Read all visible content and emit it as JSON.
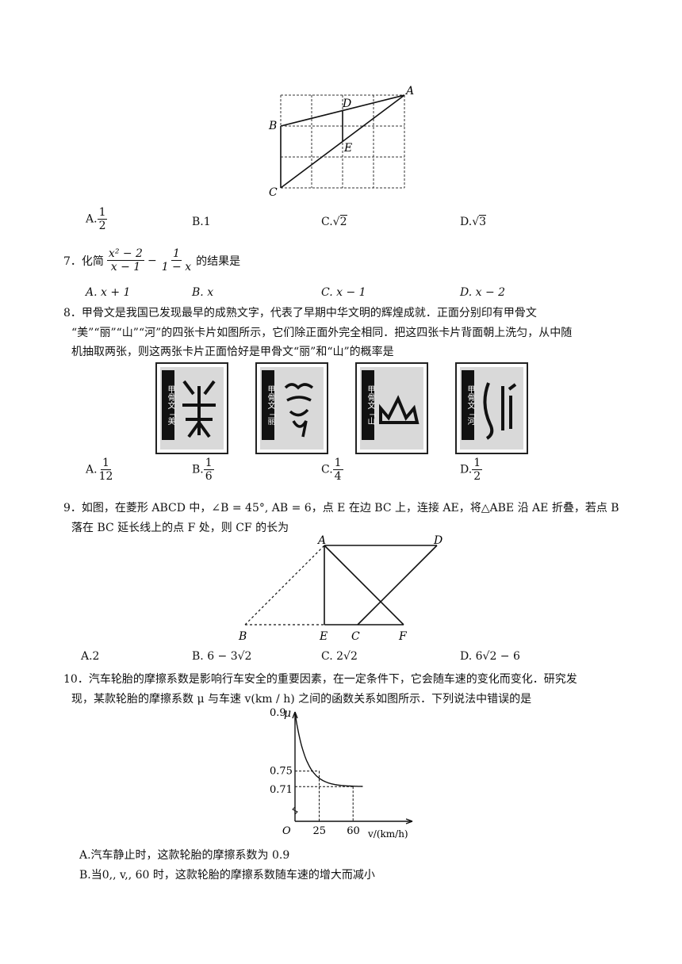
{
  "q6": {
    "figure_labels": {
      "A": "A",
      "B": "B",
      "C": "C",
      "D": "D",
      "E": "E"
    },
    "options": {
      "a": "A.",
      "b": "B.1",
      "c": "C.",
      "d": "D."
    },
    "a_num": "1",
    "a_den": "2",
    "c_rad": "2",
    "d_rad": "3"
  },
  "q7": {
    "prefix": "7．化简",
    "suffix": "的结果是",
    "f1_num": "x² − 2",
    "f1_den": "x − 1",
    "f2_num": "1",
    "f2_den": "1 − x",
    "options": {
      "a": "A. x + 1",
      "b": "B. x",
      "c": "C. x − 1",
      "d": "D. x − 2"
    }
  },
  "q8": {
    "line1": "8．甲骨文是我国已发现最早的成熟文字，代表了早期中华文明的辉煌成就．正面分别印有甲骨文",
    "line2": "“美”“丽”“山”“河”的四张卡片如图所示，它们除正面外完全相同．把这四张卡片背面朝上洗匀，从中随",
    "line3": "机抽取两张，则这两张卡片正面恰好是甲骨文“丽”和“山”的概率是",
    "cards": [
      "甲骨文「美",
      "甲骨文「丽",
      "甲骨文「山",
      "甲骨文「河"
    ],
    "options": {
      "a": "A.",
      "b": "B.",
      "c": "C.",
      "d": "D."
    },
    "a_num": "1",
    "a_den": "12",
    "b_num": "1",
    "b_den": "6",
    "c_num": "1",
    "c_den": "4",
    "d_num": "1",
    "d_den": "2"
  },
  "q9": {
    "line1": "9．如图，在菱形 ABCD 中，∠B = 45°, AB = 6，点 E 在边 BC 上，连接 AE，将△ABE 沿 AE 折叠，若点 B",
    "line2": "落在 BC 延长线上的点 F 处，则 CF 的长为",
    "figure_labels": {
      "A": "A",
      "B": "B",
      "C": "C",
      "D": "D",
      "E": "E",
      "F": "F"
    },
    "options": {
      "a": "A.2",
      "b": "B. 6 − 3√2",
      "c": "C. 2√2",
      "d": "D. 6√2 − 6"
    }
  },
  "q10": {
    "line1": "10．汽车轮胎的摩擦系数是影响行车安全的重要因素，在一定条件下，它会随车速的变化而变化．研究发",
    "line2": "现，某款轮胎的摩擦系数 μ 与车速 v(km / h) 之间的函数关系如图所示．下列说法中错误的是",
    "options": {
      "a": "A.汽车静止时，这款轮胎的摩擦系数为 0.9",
      "b": "B.当0,, v,, 60 时，这款轮胎的摩擦系数随车速的增大而减小"
    }
  },
  "chart_data": {
    "type": "line",
    "title": "",
    "xlabel": "v/(km/h)",
    "ylabel": "μ",
    "origin_label": "O",
    "x_ticks": [
      "25",
      "60"
    ],
    "y_ticks": [
      "0.9",
      "0.75",
      "0.71"
    ],
    "series": [
      {
        "x": [
          0,
          10,
          25,
          40,
          60,
          70
        ],
        "y": [
          0.9,
          0.8,
          0.75,
          0.725,
          0.71,
          0.71
        ]
      }
    ]
  }
}
